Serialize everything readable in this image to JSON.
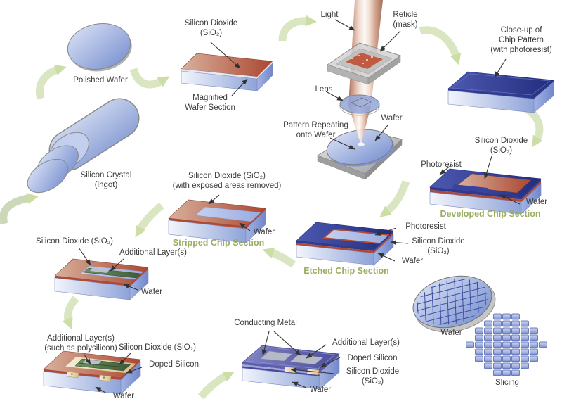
{
  "colors": {
    "caption_green": "#9aad62",
    "wafer_blue": "#8ba1d8",
    "oxide_red": "#b04a34",
    "photoresist_navy": "#2f3b8f",
    "layer_green": "#4d6b45",
    "doped_tan": "#eedfb6",
    "metal_purple": "#5c5fae",
    "flow_arrow_green": "#d7e4bc"
  },
  "stages": {
    "ingot": {
      "label": "Silicon Crystal\n(ingot)"
    },
    "polished_wafer": {
      "label": "Polished Wafer"
    },
    "magnified": {
      "oxide_label": "Silicon Dioxide\n(SiO₂)",
      "section_label": "Magnified\nWafer Section"
    },
    "lithography": {
      "light": "Light",
      "reticle": "Reticle\n(mask)",
      "lens": "Lens",
      "pattern": "Pattern Repeating\nonto Wafer",
      "wafer": "Wafer"
    },
    "closeup": {
      "label": "Close-up of\nChip Pattern\n(with photoresist)"
    },
    "developed": {
      "oxide": "Silicon Dioxide\n(SiO₂)",
      "photoresist": "Photoresist",
      "wafer": "Wafer",
      "caption": "Developed Chip Section"
    },
    "etched": {
      "photoresist": "Photoresist",
      "oxide": "Silicon Dioxide\n(SiO₂)",
      "wafer": "Wafer",
      "caption": "Etched Chip Section"
    },
    "stripped": {
      "oxide": "Silicon Dioxide (SiO₂)\n(with exposed areas removed)",
      "wafer": "Wafer",
      "caption": "Stripped Chip Section"
    },
    "layered": {
      "oxide": "Silicon Dioxide (SiO₂)",
      "additional": "Additional Layer(s)",
      "wafer": "Wafer"
    },
    "doped": {
      "additional": "Additional Layer(s)\n(such as polysilicon)",
      "oxide": "Silicon Dioxide (SiO₂)",
      "doped_silicon": "Doped Silicon",
      "wafer": "Wafer"
    },
    "metal": {
      "conducting": "Conducting Metal",
      "additional": "Additional Layer(s)",
      "doped_silicon": "Doped Silicon",
      "oxide": "Silicon Dioxide\n(SiO₂)",
      "wafer": "Wafer"
    },
    "finished": {
      "wafer": "Wafer",
      "slicing": "Slicing"
    }
  }
}
